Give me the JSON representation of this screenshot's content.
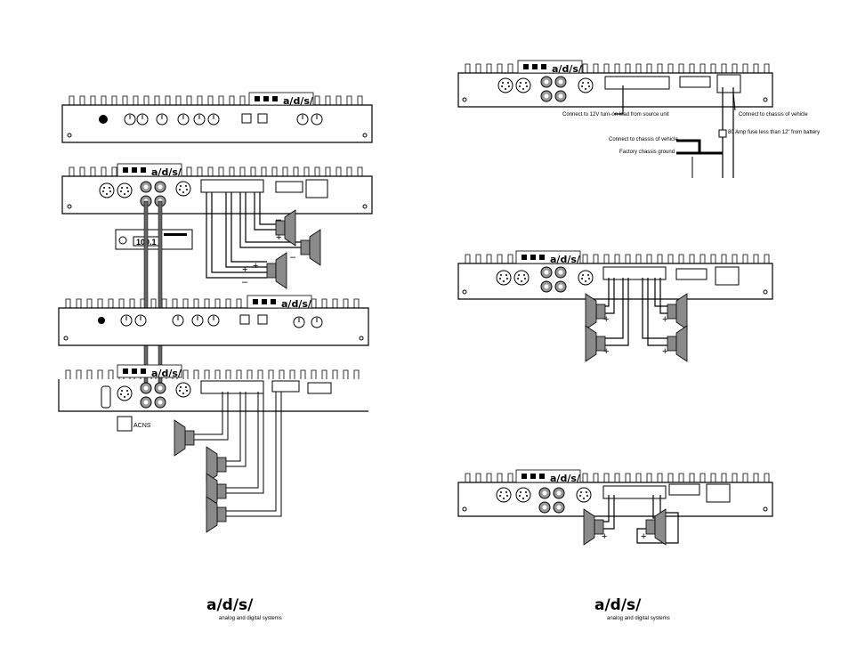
{
  "brand": {
    "logo_text": "a/d/s/",
    "tagline": "analog and digital systems"
  },
  "head_unit": {
    "display": "100.1"
  },
  "left_page": {
    "lower_label": "ACNS"
  },
  "right_page": {
    "annotations": {
      "turn_on": "Connect to 12V turn-on lead from source unit",
      "chassis_vehicle_right": "Connect to chassis of vehicle",
      "fuse": "80 Amp fuse less than 12\" from battery",
      "chassis_vehicle_left": "Connect to chassis of vehicle",
      "factory_ground": "Factory chassis ground"
    }
  },
  "polarity": {
    "plus": "+",
    "minus": "–"
  },
  "colors": {
    "line": "#000000",
    "speaker_fill": "#8a8a8a",
    "grille": "#7a7a7a",
    "panel_fill": "#ffffff"
  }
}
